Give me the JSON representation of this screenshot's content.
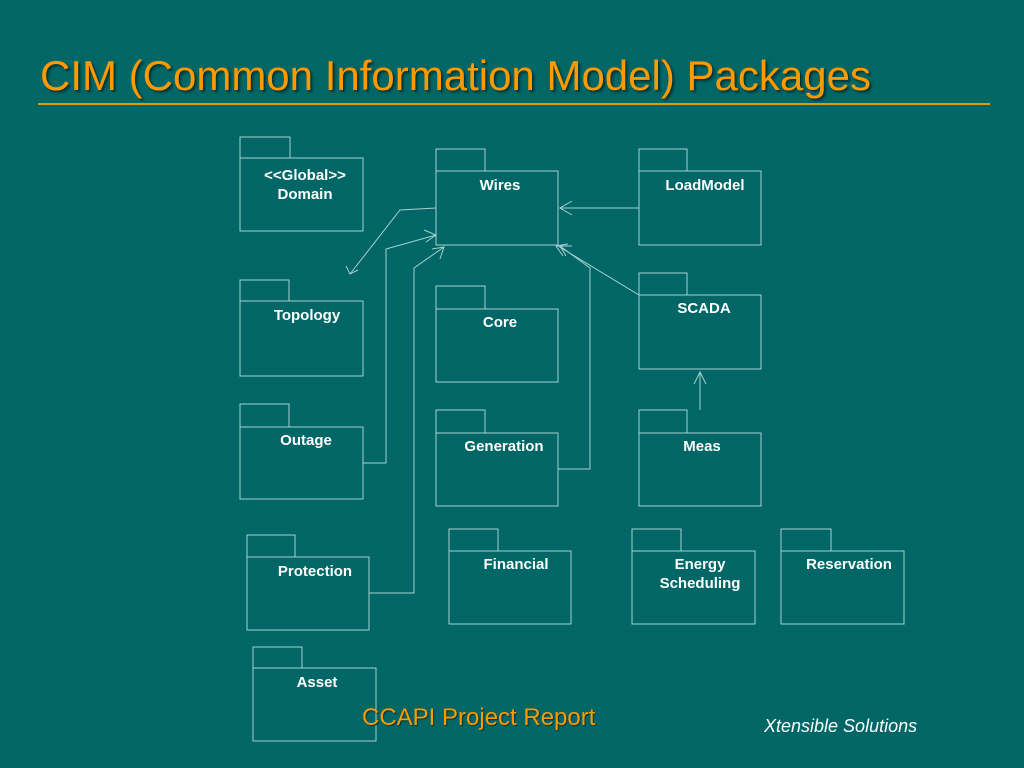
{
  "slide": {
    "title": "CIM (Common Information Model) Packages",
    "footer_center": "CCAPI Project Report",
    "footer_right": "Xtensible Solutions"
  },
  "colors": {
    "background": "#006666",
    "title": "#ff9900",
    "box_stroke": "#a8d0d0",
    "text": "#ffffff"
  },
  "packages": {
    "domain": {
      "line1": "<<Global>>",
      "line2": "Domain"
    },
    "wires": "Wires",
    "loadmodel": "LoadModel",
    "topology": "Topology",
    "core": "Core",
    "scada": "SCADA",
    "outage": "Outage",
    "generation": "Generation",
    "meas": "Meas",
    "protection": "Protection",
    "financial": "Financial",
    "energy_scheduling": {
      "line1": "Energy",
      "line2": "Scheduling"
    },
    "reservation": "Reservation",
    "asset": "Asset"
  }
}
